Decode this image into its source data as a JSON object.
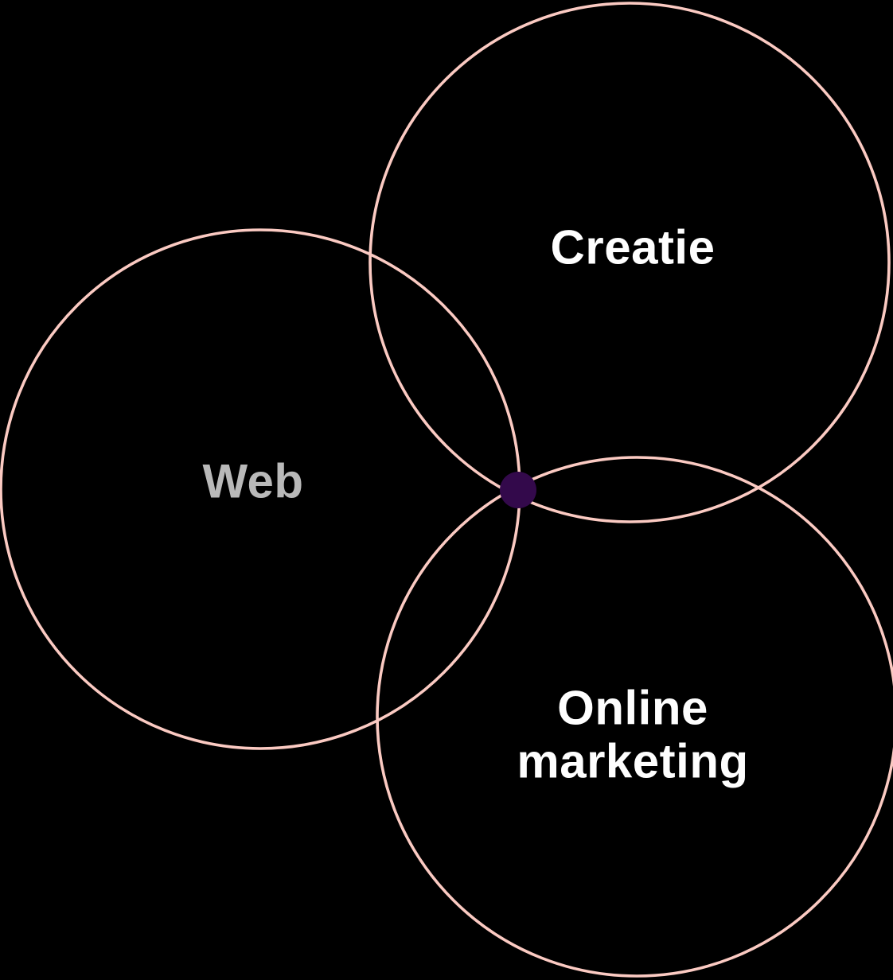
{
  "diagram": {
    "type": "venn",
    "labels": {
      "creatie": "Creatie",
      "web": "Web",
      "online_marketing": "Online marketing"
    },
    "colors": {
      "background": "#000000",
      "circle_stroke": "#fbcac2",
      "intersection_dot": "#33094b",
      "label_primary": "#fefefe",
      "label_muted": "#b9b9b9"
    }
  }
}
